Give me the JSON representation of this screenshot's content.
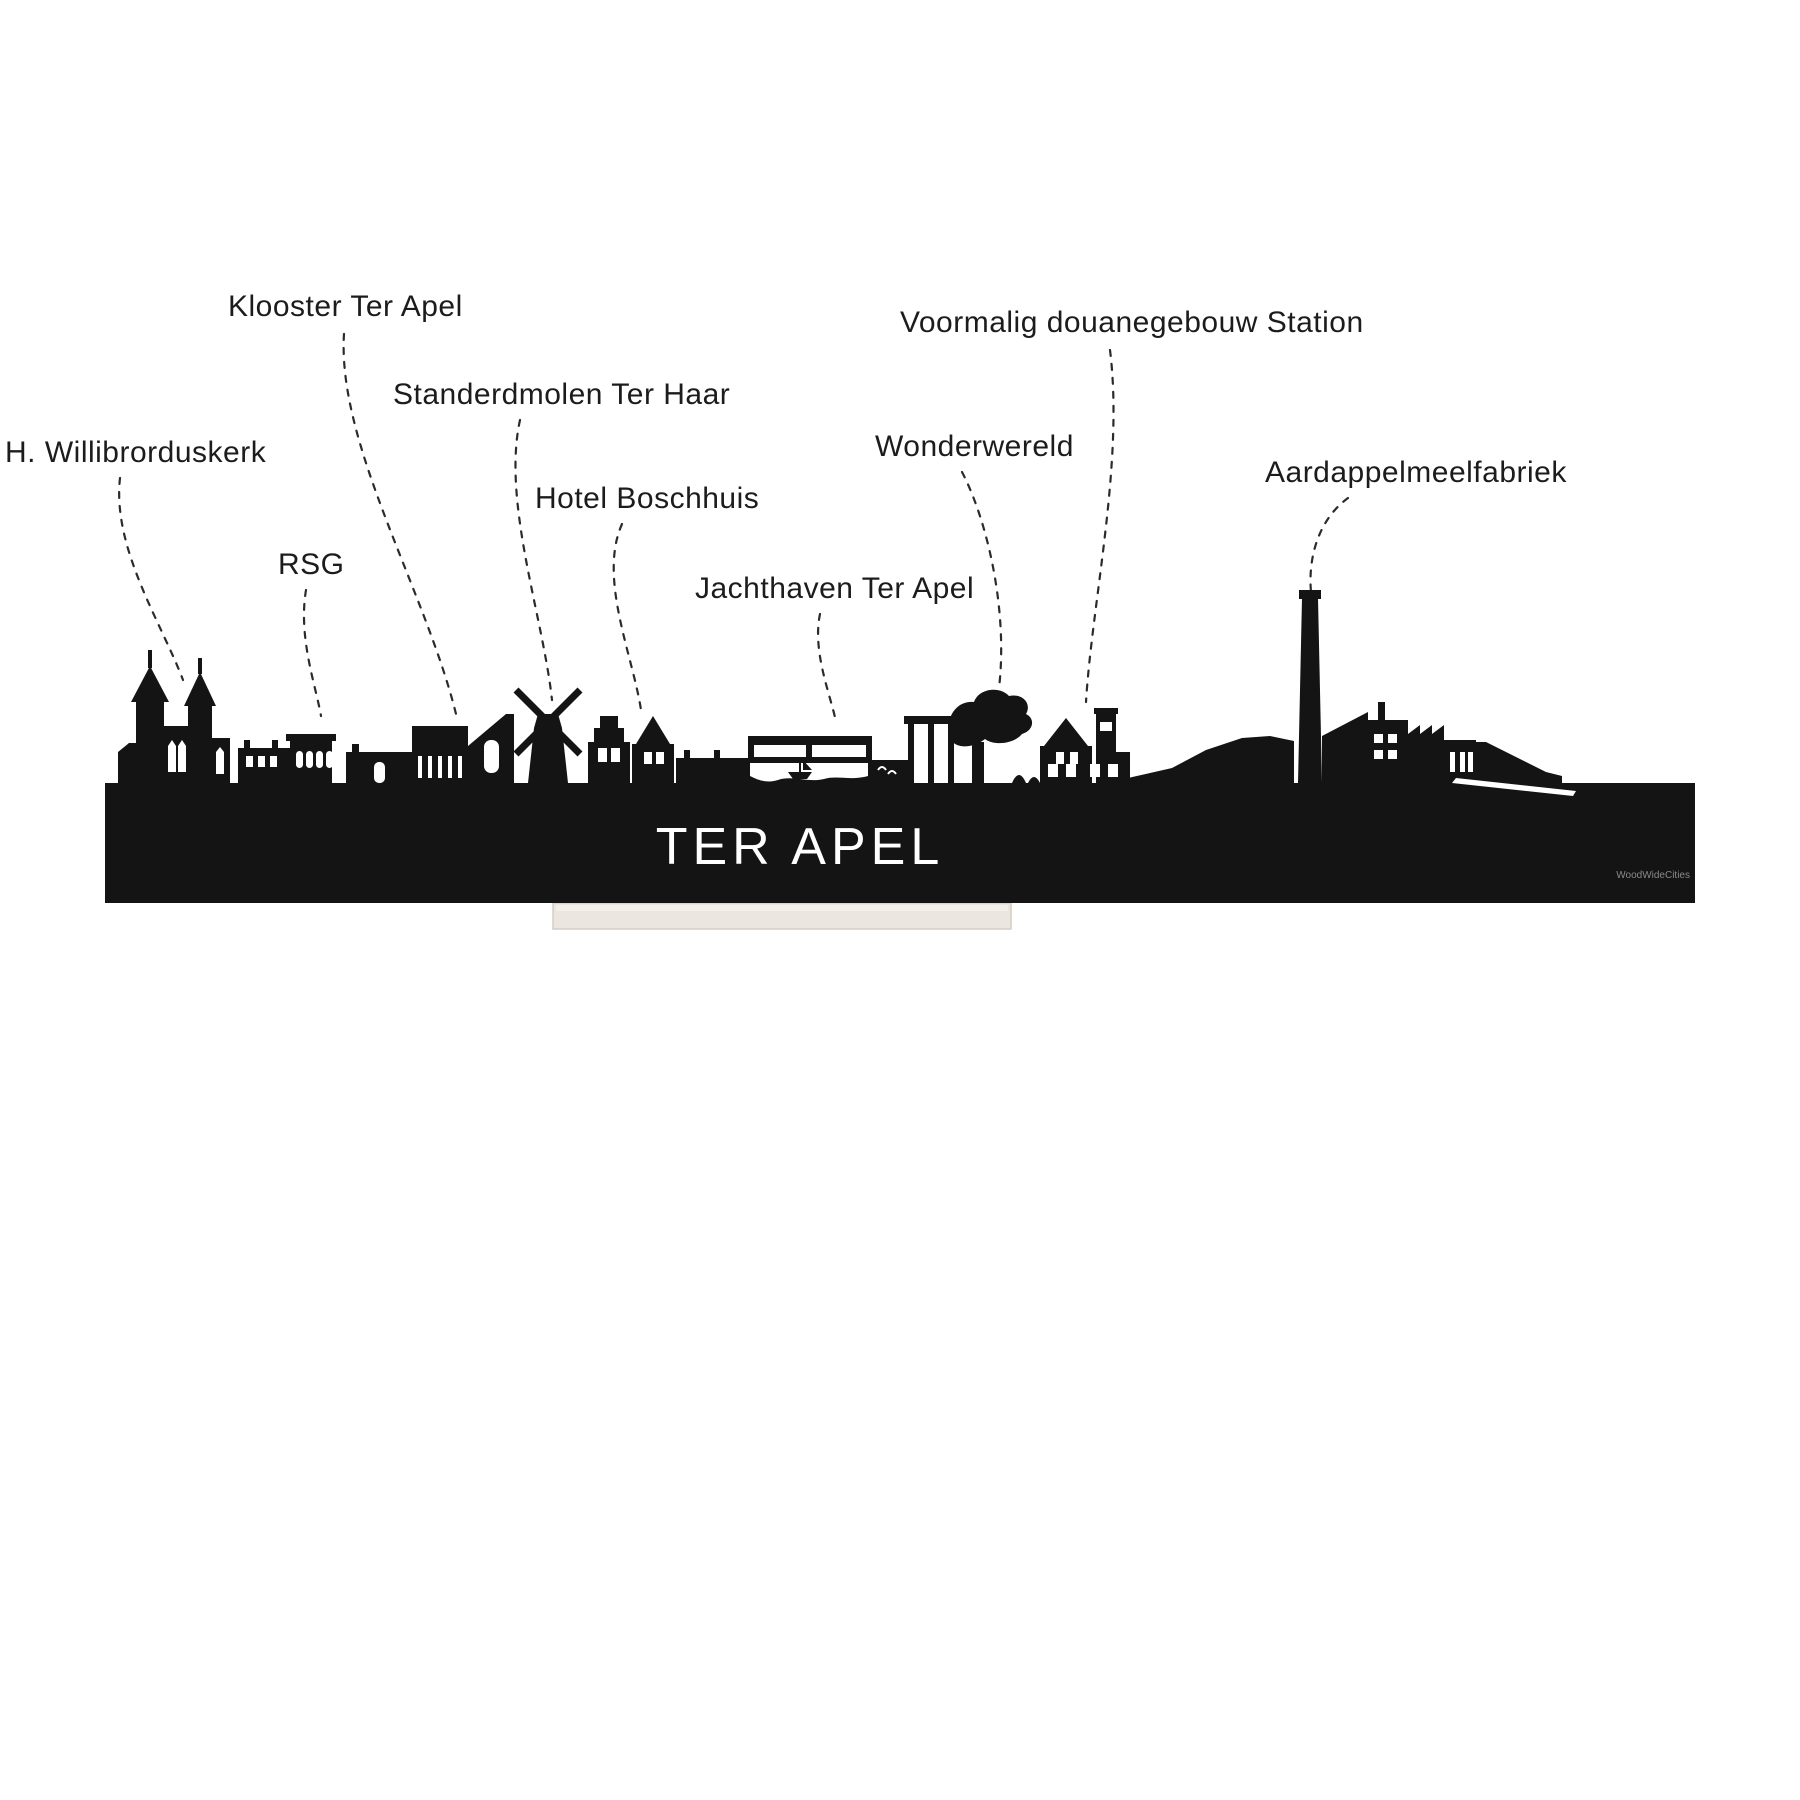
{
  "skyline": {
    "name": "TER APEL",
    "watermark": "WoodWideCities",
    "silhouette_color": "#141414",
    "stand_color": "#ebe6e0",
    "background_color": "#ffffff",
    "label_color": "#1c1c1c"
  },
  "labels": [
    {
      "id": "h-willibrorduskerk",
      "text": "H. Willibrorduskerk"
    },
    {
      "id": "rsg",
      "text": "RSG"
    },
    {
      "id": "klooster-ter-apel",
      "text": "Klooster Ter Apel"
    },
    {
      "id": "standerdmolen-ter-haar",
      "text": "Standerdmolen Ter Haar"
    },
    {
      "id": "hotel-boschhuis",
      "text": "Hotel Boschhuis"
    },
    {
      "id": "jachthaven-ter-apel",
      "text": "Jachthaven Ter Apel"
    },
    {
      "id": "wonderwereld",
      "text": "Wonderwereld"
    },
    {
      "id": "voormalig-douanegebouw-station",
      "text": "Voormalig douanegebouw Station"
    },
    {
      "id": "aardappelmeelfabriek",
      "text": "Aardappelmeelfabriek"
    }
  ]
}
